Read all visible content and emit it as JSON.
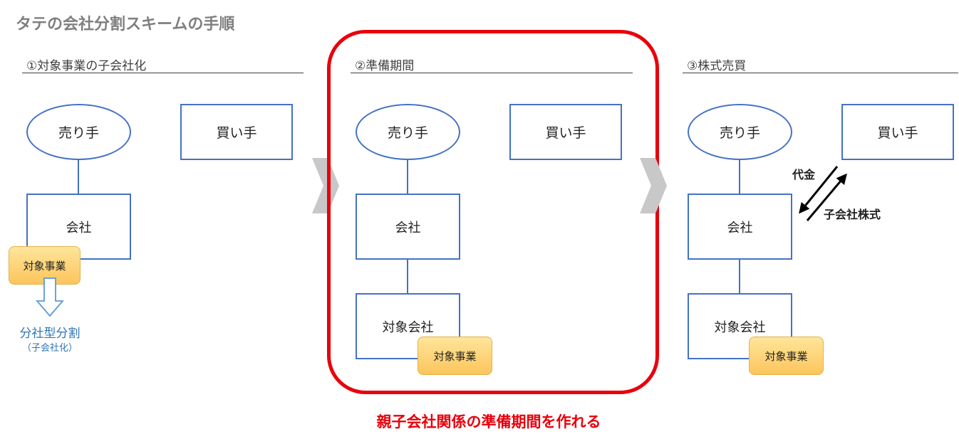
{
  "title": "タテの会社分割スキームの手順",
  "steps": [
    {
      "label": "①対象事業の子会社化",
      "seller": "売り手",
      "buyer": "買い手",
      "company": "会社",
      "business_tag": "対象事業",
      "split_label": "分社型分割",
      "split_sub": "（子会社化）"
    },
    {
      "label": "②準備期間",
      "seller": "売り手",
      "buyer": "買い手",
      "company": "会社",
      "target_company": "対象会社",
      "business_tag": "対象事業"
    },
    {
      "label": "③株式売買",
      "seller": "売り手",
      "buyer": "買い手",
      "company": "会社",
      "target_company": "対象会社",
      "business_tag": "対象事業",
      "payment_label": "代金",
      "shares_label": "子会社株式"
    }
  ],
  "note": "親子会社関係の準備期間を作れる",
  "colors": {
    "node_border": "#4472c4",
    "highlight": "#e8000b",
    "tag_fill": "#fcc55c",
    "step_arrow": "#c8c8c8"
  }
}
